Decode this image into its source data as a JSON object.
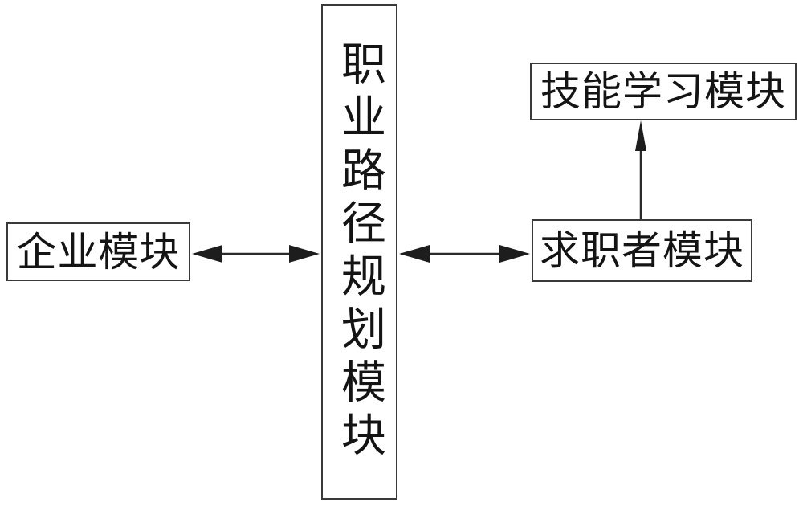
{
  "diagram": {
    "type": "block-diagram",
    "language": "zh",
    "nodes": {
      "enterprise": {
        "label": "企业模块"
      },
      "career_path": {
        "label": "职业路径规划模块",
        "orientation": "vertical"
      },
      "job_seeker": {
        "label": "求职者模块"
      },
      "skill_learning": {
        "label": "技能学习模块"
      }
    },
    "edges": [
      {
        "from": "企业模块",
        "to": "职业路径规划模块",
        "direction": "bidirectional"
      },
      {
        "from": "职业路径规划模块",
        "to": "求职者模块",
        "direction": "bidirectional"
      },
      {
        "from": "求职者模块",
        "to": "技能学习模块",
        "direction": "one-way"
      }
    ],
    "colors": {
      "background": "#ffffff",
      "border": "#3a3a3a",
      "text": "#141414",
      "arrow": "#1d1d1d"
    }
  }
}
